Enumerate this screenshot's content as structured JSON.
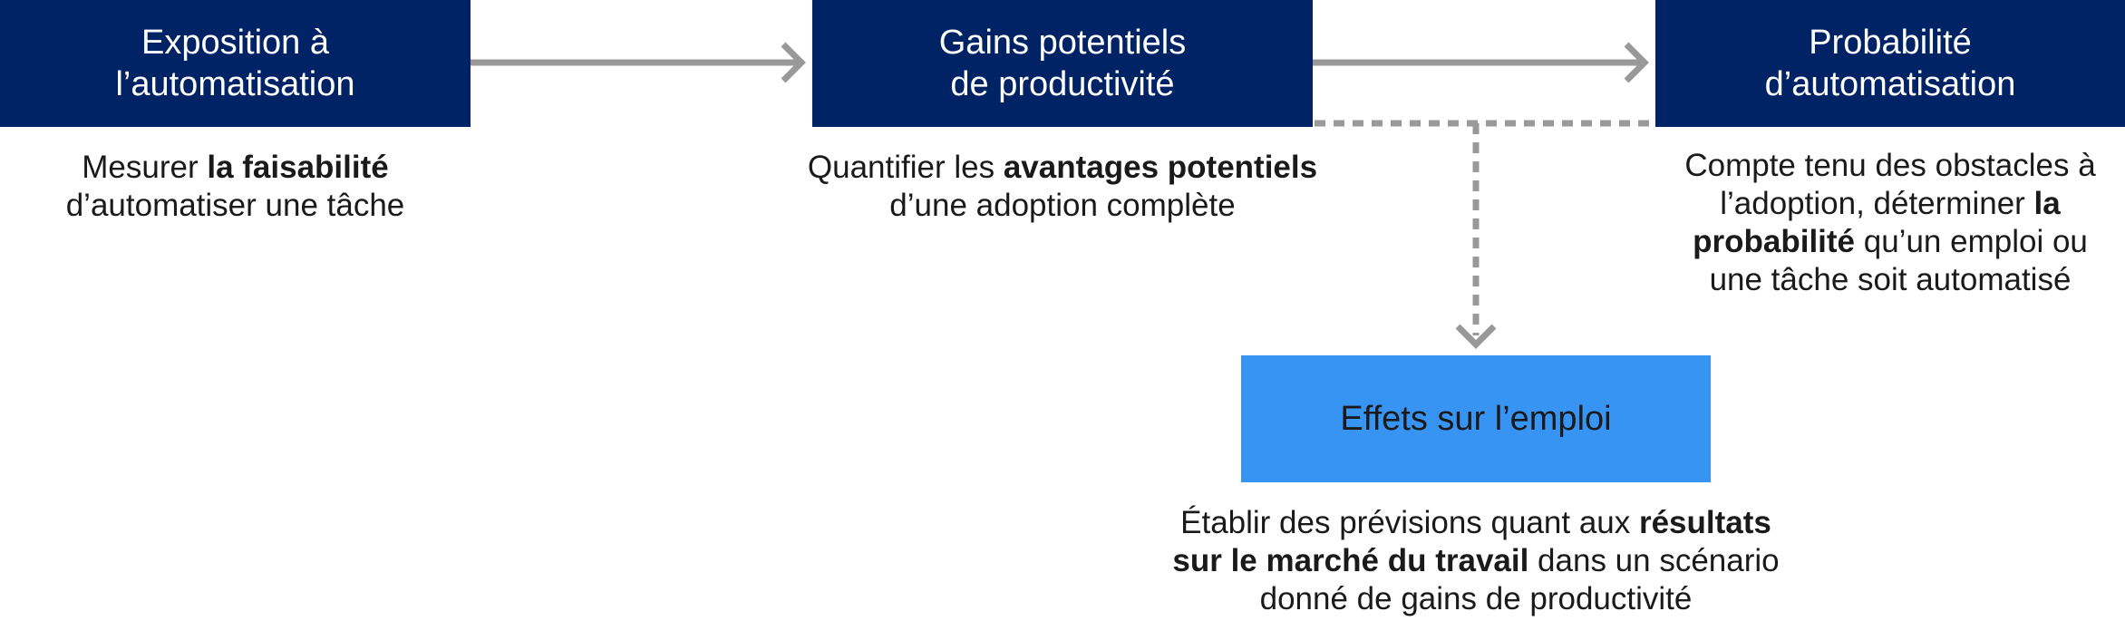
{
  "colors": {
    "navy": "#002366",
    "blue": "#3894F2",
    "connector": "#999999",
    "text": "#1a1a1a"
  },
  "boxes": {
    "exposure": {
      "title": "Exposition à\nl’automatisation"
    },
    "gains": {
      "title": "Gains potentiels\nde productivité"
    },
    "probability": {
      "title": "Probabilité\nd’automatisation"
    },
    "employment": {
      "title": "Effets sur l’emploi"
    }
  },
  "descriptions": {
    "exposure": {
      "line1_pre": "Mesurer ",
      "line1_bold": "la faisabilité",
      "line2": "d’automatiser une tâche"
    },
    "gains": {
      "line1_pre": "Quantifier les ",
      "line1_bold": "avantages potentiels",
      "line2": "d’une adoption complète"
    },
    "probability": {
      "line1": "Compte tenu des obstacles à",
      "line2_pre": "l’adoption, déterminer ",
      "line2_bold": "la",
      "line3_bold": "probabilité",
      "line3_post": " qu’un emploi ou",
      "line4": "une tâche soit automatisé"
    },
    "employment": {
      "line1_pre": "Établir des prévisions quant aux ",
      "line1_bold": "résultats",
      "line2_bold": "sur le marché du travail",
      "line2_post": " dans un scénario",
      "line3": "donné de gains de productivité"
    }
  }
}
